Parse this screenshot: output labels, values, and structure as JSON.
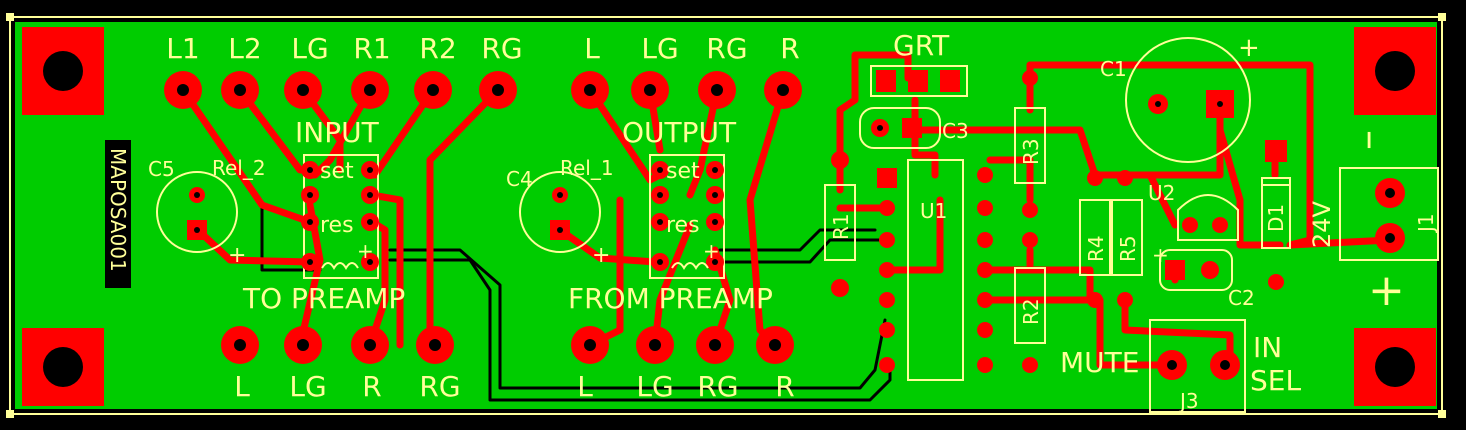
{
  "colors": {
    "background": "#000000",
    "board": "#00cc00",
    "copper": "#ff0000",
    "silkscreen": "#ffff99",
    "hole": "#000000"
  },
  "header_labels": {
    "input": [
      "L1",
      "L2",
      "LG",
      "R1",
      "R2",
      "RG"
    ],
    "output": [
      "L",
      "LG",
      "RG",
      "R"
    ],
    "grt": "GRT"
  },
  "footer_labels": {
    "to_preamp": [
      "L",
      "LG",
      "R",
      "RG"
    ],
    "from_preamp": [
      "L",
      "LG",
      "RG",
      "R"
    ]
  },
  "blocks": {
    "input": "INPUT",
    "output": "OUTPUT",
    "to_preamp": "TO PREAMP",
    "from_preamp": "FROM PREAMP"
  },
  "relays": {
    "rel2": {
      "ref": "Rel_2",
      "set": "set",
      "res": "res",
      "plus": "+"
    },
    "rel1": {
      "ref": "Rel_1",
      "set": "set",
      "res": "res",
      "plus": "+"
    }
  },
  "components": {
    "c1": "C1",
    "c2": "C2",
    "c3": "C3",
    "c4": "C4",
    "c5": "C5",
    "r1": "R1",
    "r2": "R2",
    "r3": "R3",
    "r4": "R4",
    "r5": "R5",
    "u1": "U1",
    "u2": "U2",
    "d1": "D1",
    "j1": "J1",
    "j3": "J3"
  },
  "marks": {
    "plus": "+",
    "minus": "–",
    "voltage": "24V",
    "mute": "MUTE",
    "in": "IN",
    "sel": "SEL",
    "board_id": "MAPOSA001"
  }
}
